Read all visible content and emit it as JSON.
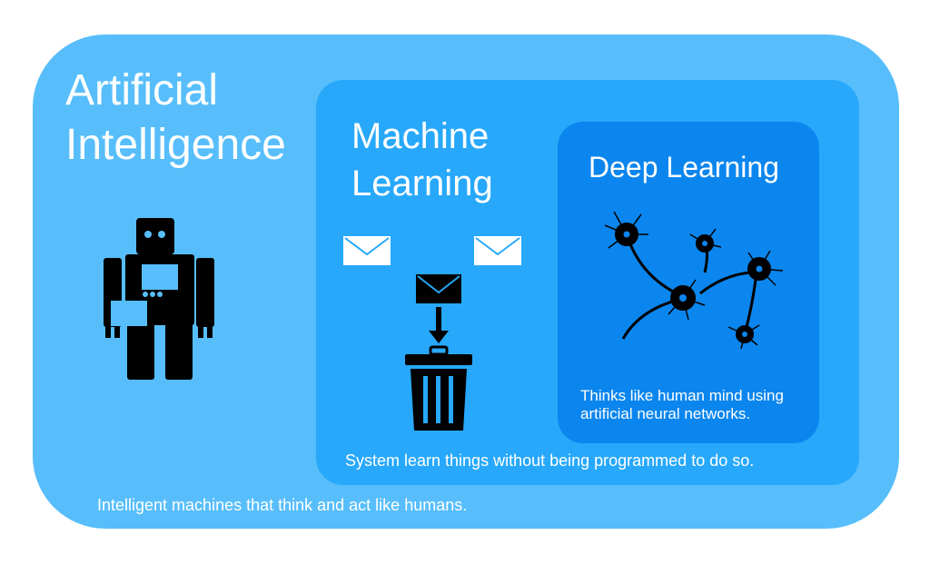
{
  "ai": {
    "title": "Artificial\nIntelligence",
    "description": "Intelligent machines that think and act like humans.",
    "color": "#57BEFB"
  },
  "ml": {
    "title": "Machine\nLearning",
    "description": "System learn things without being programmed to do so.",
    "color": "#27A8FB"
  },
  "dl": {
    "title": "Deep Learning",
    "description": "Thinks like human mind using artificial neural networks.",
    "color": "#0B86EE"
  },
  "icons": [
    "robot-icon",
    "envelope-icon",
    "trash-icon",
    "neurons-icon"
  ]
}
